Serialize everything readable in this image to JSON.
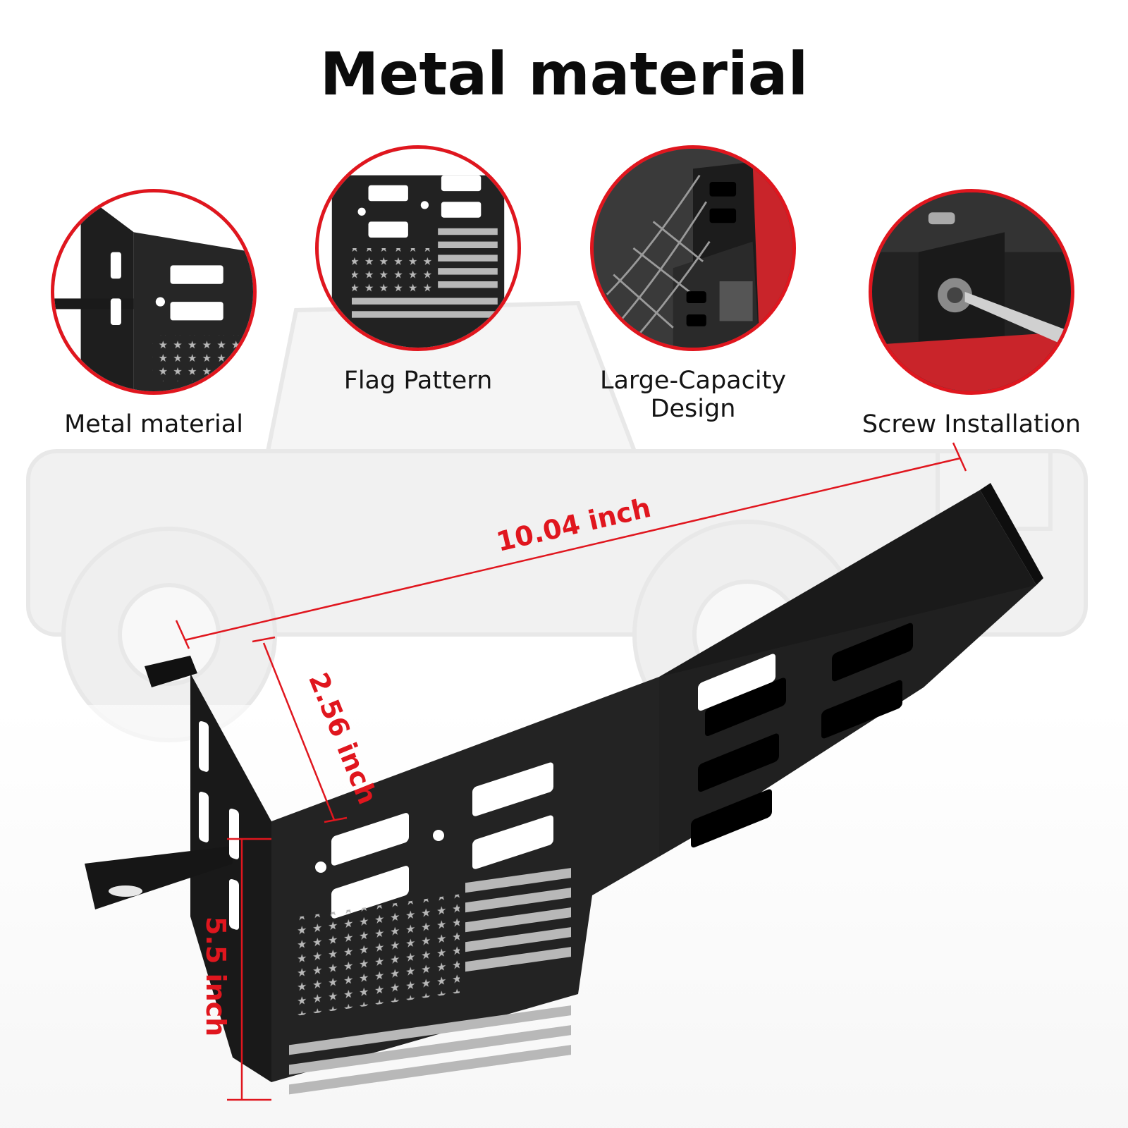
{
  "title": "Metal material",
  "features": [
    {
      "caption": "Metal material",
      "icon": "bracket-corner-closeup"
    },
    {
      "caption": "Flag Pattern",
      "icon": "flag-pattern-closeup"
    },
    {
      "caption": "Large-Capacity\nDesign",
      "icon": "storage-net-closeup"
    },
    {
      "caption": "Screw Installation",
      "icon": "screw-driver-closeup"
    }
  ],
  "dimensions": {
    "length": "10.04 inch",
    "depth": "2.56 inch",
    "height": "5.5 inch"
  },
  "colors": {
    "accent": "#e0161e",
    "metal": "#1c1c1c",
    "flag": "#b8b8b8"
  }
}
